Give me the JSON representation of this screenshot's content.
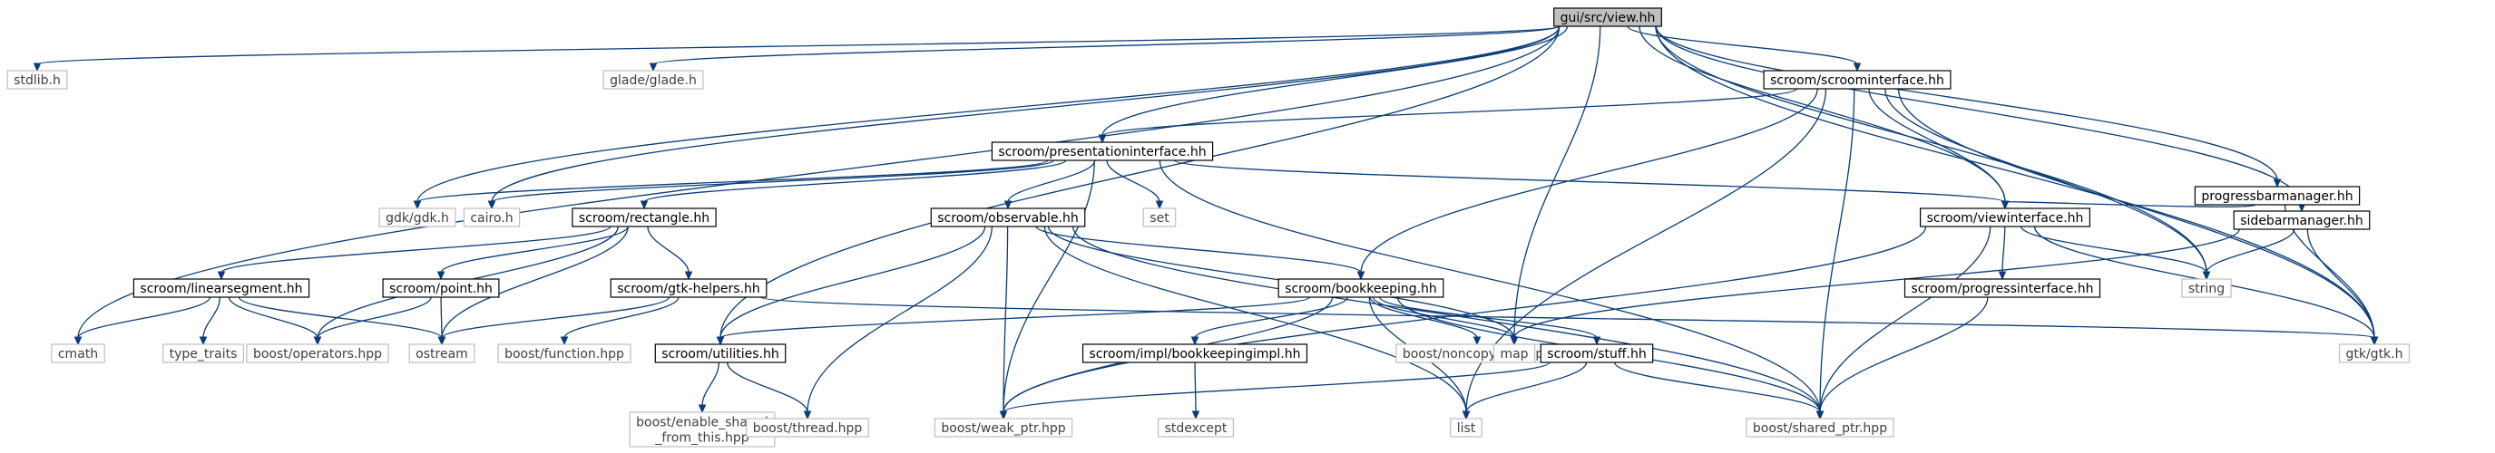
{
  "diagram": {
    "root": "gui/src/view.hh",
    "colors": {
      "edge": "#0b3c78",
      "root_fill": "#bfbfbf",
      "local_border": "#000000",
      "external_border": "#bfbfbf"
    },
    "nodes": [
      {
        "id": "view",
        "lines": [
          "gui/src/view.hh"
        ],
        "kind": "root"
      },
      {
        "id": "stdlib",
        "lines": [
          "stdlib.h"
        ],
        "kind": "external"
      },
      {
        "id": "glade",
        "lines": [
          "glade/glade.h"
        ],
        "kind": "external"
      },
      {
        "id": "scroomif",
        "lines": [
          "scroom/scroominterface.hh"
        ],
        "kind": "local"
      },
      {
        "id": "presif",
        "lines": [
          "scroom/presentationinterface.hh"
        ],
        "kind": "local"
      },
      {
        "id": "pbm",
        "lines": [
          "progressbarmanager.hh"
        ],
        "kind": "local"
      },
      {
        "id": "gdk",
        "lines": [
          "gdk/gdk.h"
        ],
        "kind": "external"
      },
      {
        "id": "cairo",
        "lines": [
          "cairo.h"
        ],
        "kind": "external"
      },
      {
        "id": "set",
        "lines": [
          "set"
        ],
        "kind": "external"
      },
      {
        "id": "rect",
        "lines": [
          "scroom/rectangle.hh"
        ],
        "kind": "local"
      },
      {
        "id": "obs",
        "lines": [
          "scroom/observable.hh"
        ],
        "kind": "local"
      },
      {
        "id": "viewif",
        "lines": [
          "scroom/viewinterface.hh"
        ],
        "kind": "local"
      },
      {
        "id": "sbm",
        "lines": [
          "sidebarmanager.hh"
        ],
        "kind": "local"
      },
      {
        "id": "string",
        "lines": [
          "string"
        ],
        "kind": "external"
      },
      {
        "id": "linseg",
        "lines": [
          "scroom/linearsegment.hh"
        ],
        "kind": "local"
      },
      {
        "id": "point",
        "lines": [
          "scroom/point.hh"
        ],
        "kind": "local"
      },
      {
        "id": "gtkh",
        "lines": [
          "scroom/gtk-helpers.hh"
        ],
        "kind": "local"
      },
      {
        "id": "bk",
        "lines": [
          "scroom/bookkeeping.hh"
        ],
        "kind": "local"
      },
      {
        "id": "progif",
        "lines": [
          "scroom/progressinterface.hh"
        ],
        "kind": "local"
      },
      {
        "id": "cmath",
        "lines": [
          "cmath"
        ],
        "kind": "external"
      },
      {
        "id": "tt",
        "lines": [
          "type_traits"
        ],
        "kind": "external"
      },
      {
        "id": "bops",
        "lines": [
          "boost/operators.hpp"
        ],
        "kind": "external"
      },
      {
        "id": "ostream",
        "lines": [
          "ostream"
        ],
        "kind": "external"
      },
      {
        "id": "bfunc",
        "lines": [
          "boost/function.hpp"
        ],
        "kind": "external"
      },
      {
        "id": "bnoncopy",
        "lines": [
          "boost/noncopyable.hpp"
        ],
        "kind": "external"
      },
      {
        "id": "map",
        "lines": [
          "map"
        ],
        "kind": "external"
      },
      {
        "id": "gtk",
        "lines": [
          "gtk/gtk.h"
        ],
        "kind": "external"
      },
      {
        "id": "util",
        "lines": [
          "scroom/utilities.hh"
        ],
        "kind": "local"
      },
      {
        "id": "bkimpl",
        "lines": [
          "scroom/impl/bookkeepingimpl.hh"
        ],
        "kind": "local"
      },
      {
        "id": "stuff",
        "lines": [
          "scroom/stuff.hh"
        ],
        "kind": "local"
      },
      {
        "id": "besft",
        "lines": [
          "boost/enable_shared",
          "_from_this.hpp"
        ],
        "kind": "external"
      },
      {
        "id": "bthread",
        "lines": [
          "boost/thread.hpp"
        ],
        "kind": "external"
      },
      {
        "id": "bweak",
        "lines": [
          "boost/weak_ptr.hpp"
        ],
        "kind": "external"
      },
      {
        "id": "stdexcept",
        "lines": [
          "stdexcept"
        ],
        "kind": "external"
      },
      {
        "id": "list",
        "lines": [
          "list"
        ],
        "kind": "external"
      },
      {
        "id": "bshared",
        "lines": [
          "boost/shared_ptr.hpp"
        ],
        "kind": "external"
      }
    ],
    "edges": [
      [
        "view",
        "stdlib"
      ],
      [
        "view",
        "glade"
      ],
      [
        "view",
        "scroomif"
      ],
      [
        "view",
        "presif"
      ],
      [
        "view",
        "pbm"
      ],
      [
        "view",
        "sbm"
      ],
      [
        "view",
        "viewif"
      ],
      [
        "view",
        "gdk"
      ],
      [
        "view",
        "cairo"
      ],
      [
        "view",
        "cmath"
      ],
      [
        "view",
        "util"
      ],
      [
        "view",
        "map"
      ],
      [
        "view",
        "string"
      ],
      [
        "view",
        "gtk"
      ],
      [
        "scroomif",
        "presif"
      ],
      [
        "scroomif",
        "viewif"
      ],
      [
        "scroomif",
        "bk"
      ],
      [
        "scroomif",
        "string"
      ],
      [
        "scroomif",
        "gtk"
      ],
      [
        "scroomif",
        "list"
      ],
      [
        "scroomif",
        "bshared"
      ],
      [
        "presif",
        "gdk"
      ],
      [
        "presif",
        "cairo"
      ],
      [
        "presif",
        "set"
      ],
      [
        "presif",
        "rect"
      ],
      [
        "presif",
        "obs"
      ],
      [
        "presif",
        "viewif"
      ],
      [
        "presif",
        "bweak"
      ],
      [
        "presif",
        "bshared"
      ],
      [
        "pbm",
        "viewif"
      ],
      [
        "pbm",
        "gtk"
      ],
      [
        "sbm",
        "string"
      ],
      [
        "sbm",
        "map"
      ],
      [
        "sbm",
        "gtk"
      ],
      [
        "rect",
        "linseg"
      ],
      [
        "rect",
        "point"
      ],
      [
        "rect",
        "gtkh"
      ],
      [
        "rect",
        "bops"
      ],
      [
        "rect",
        "ostream"
      ],
      [
        "obs",
        "bk"
      ],
      [
        "obs",
        "util"
      ],
      [
        "obs",
        "bthread"
      ],
      [
        "obs",
        "bweak"
      ],
      [
        "obs",
        "list"
      ],
      [
        "obs",
        "map"
      ],
      [
        "obs",
        "bshared"
      ],
      [
        "viewif",
        "progif"
      ],
      [
        "viewif",
        "string"
      ],
      [
        "viewif",
        "gtk"
      ],
      [
        "viewif",
        "bweak"
      ],
      [
        "viewif",
        "bshared"
      ],
      [
        "linseg",
        "cmath"
      ],
      [
        "linseg",
        "tt"
      ],
      [
        "linseg",
        "bops"
      ],
      [
        "linseg",
        "ostream"
      ],
      [
        "point",
        "bops"
      ],
      [
        "point",
        "ostream"
      ],
      [
        "gtkh",
        "ostream"
      ],
      [
        "gtkh",
        "bfunc"
      ],
      [
        "gtkh",
        "gtk"
      ],
      [
        "bk",
        "util"
      ],
      [
        "bk",
        "bkimpl"
      ],
      [
        "bk",
        "stuff"
      ],
      [
        "bk",
        "bnoncopy"
      ],
      [
        "bk",
        "map"
      ],
      [
        "bk",
        "list"
      ],
      [
        "bk",
        "bweak"
      ],
      [
        "bk",
        "bshared"
      ],
      [
        "progif",
        "bshared"
      ],
      [
        "util",
        "besft"
      ],
      [
        "util",
        "bthread"
      ],
      [
        "bkimpl",
        "stdexcept"
      ],
      [
        "stuff",
        "list"
      ],
      [
        "stuff",
        "bweak"
      ],
      [
        "stuff",
        "bshared"
      ]
    ]
  }
}
